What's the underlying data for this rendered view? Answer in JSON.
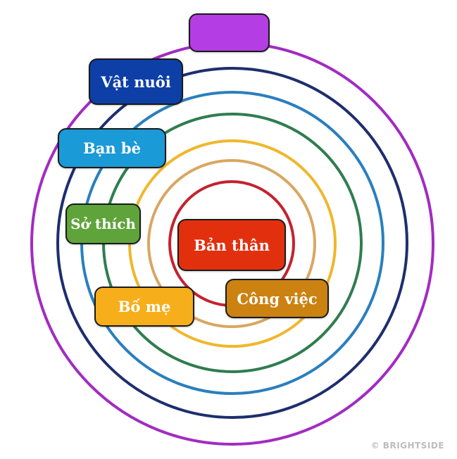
{
  "diagram": {
    "rings": [
      {
        "name": "ring-1",
        "color": "#c3222f"
      },
      {
        "name": "ring-2",
        "color": "#d9a761"
      },
      {
        "name": "ring-3",
        "color": "#efb72c"
      },
      {
        "name": "ring-4",
        "color": "#2f7d4f"
      },
      {
        "name": "ring-5",
        "color": "#2a7fbe"
      },
      {
        "name": "ring-6",
        "color": "#1e2e6e"
      },
      {
        "name": "ring-7",
        "color": "#a22bc2"
      }
    ],
    "labels": {
      "top": {
        "text": "",
        "color": "#b43ee3"
      },
      "vat_nuoi": {
        "text": "Vật nuôi",
        "color": "#0d3fa6"
      },
      "ban_be": {
        "text": "Bạn bè",
        "color": "#1a9ad6"
      },
      "so_thich": {
        "text": "Sở thích",
        "color": "#5fa43a"
      },
      "ban_than": {
        "text": "Bản thân",
        "color": "#e2300f"
      },
      "cong_viec": {
        "text": "Công việc",
        "color": "#cc8211"
      },
      "bo_me": {
        "text": "Bố mẹ",
        "color": "#f6ae1a"
      }
    }
  },
  "watermark": {
    "text": "© BRIGHTSIDE"
  }
}
